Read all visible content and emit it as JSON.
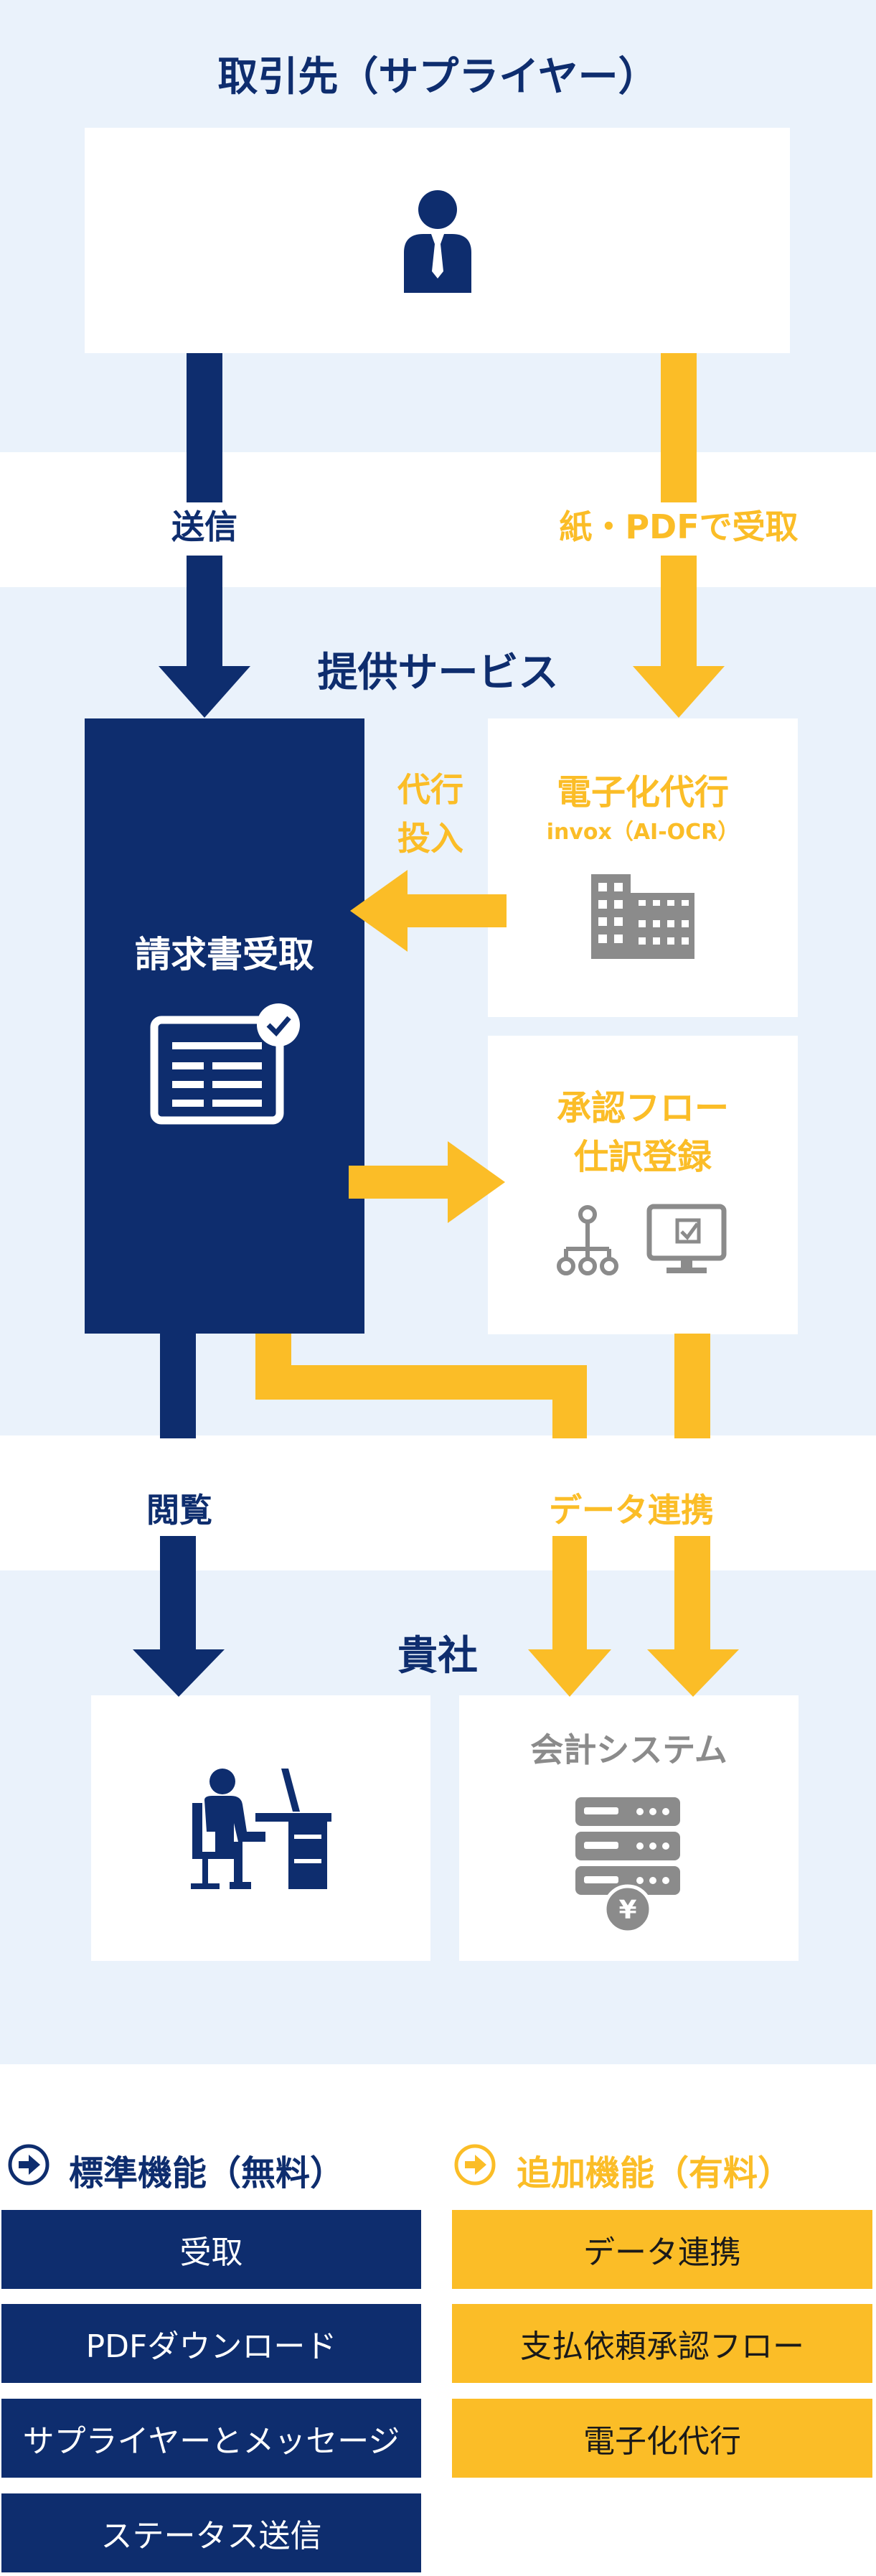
{
  "colors": {
    "navy": "#0e2d6e",
    "yellow": "#fbbd27",
    "grey": "#8b8b8b",
    "band": "#eaf2fb"
  },
  "supplier": {
    "title": "取引先（サプライヤー）",
    "icon": "businessman-icon"
  },
  "flows": {
    "send": "送信",
    "paper_receive": "紙・PDFで受取",
    "proxy_input": [
      "代行",
      "投入"
    ],
    "view": "閲覧",
    "data_link": "データ連携"
  },
  "service": {
    "title": "提供サービス",
    "invoice_receipt": {
      "label": "請求書受取",
      "icon": "invoice-check-icon"
    },
    "digitization": {
      "title": "電子化代行",
      "subtitle": "invox（AI-OCR）",
      "icon": "office-building-icon"
    },
    "approval": {
      "title_lines": [
        "承認フロー",
        "仕訳登録"
      ],
      "icons": [
        "approval-tree-icon",
        "monitor-check-icon"
      ]
    }
  },
  "company": {
    "title": "貴社",
    "worker_icon": "desk-worker-icon",
    "accounting": {
      "title": "会計システム",
      "icon": "server-yen-icon"
    }
  },
  "legend": {
    "standard": {
      "heading": "標準機能（無料）",
      "icon": "arrow-circle-icon",
      "items": [
        "受取",
        "PDFダウンロード",
        "サプライヤーとメッセージ",
        "ステータス送信"
      ]
    },
    "additional": {
      "heading": "追加機能（有料）",
      "icon": "arrow-circle-icon",
      "items": [
        "データ連携",
        "支払依頼承認フロー",
        "電子化代行"
      ]
    }
  }
}
